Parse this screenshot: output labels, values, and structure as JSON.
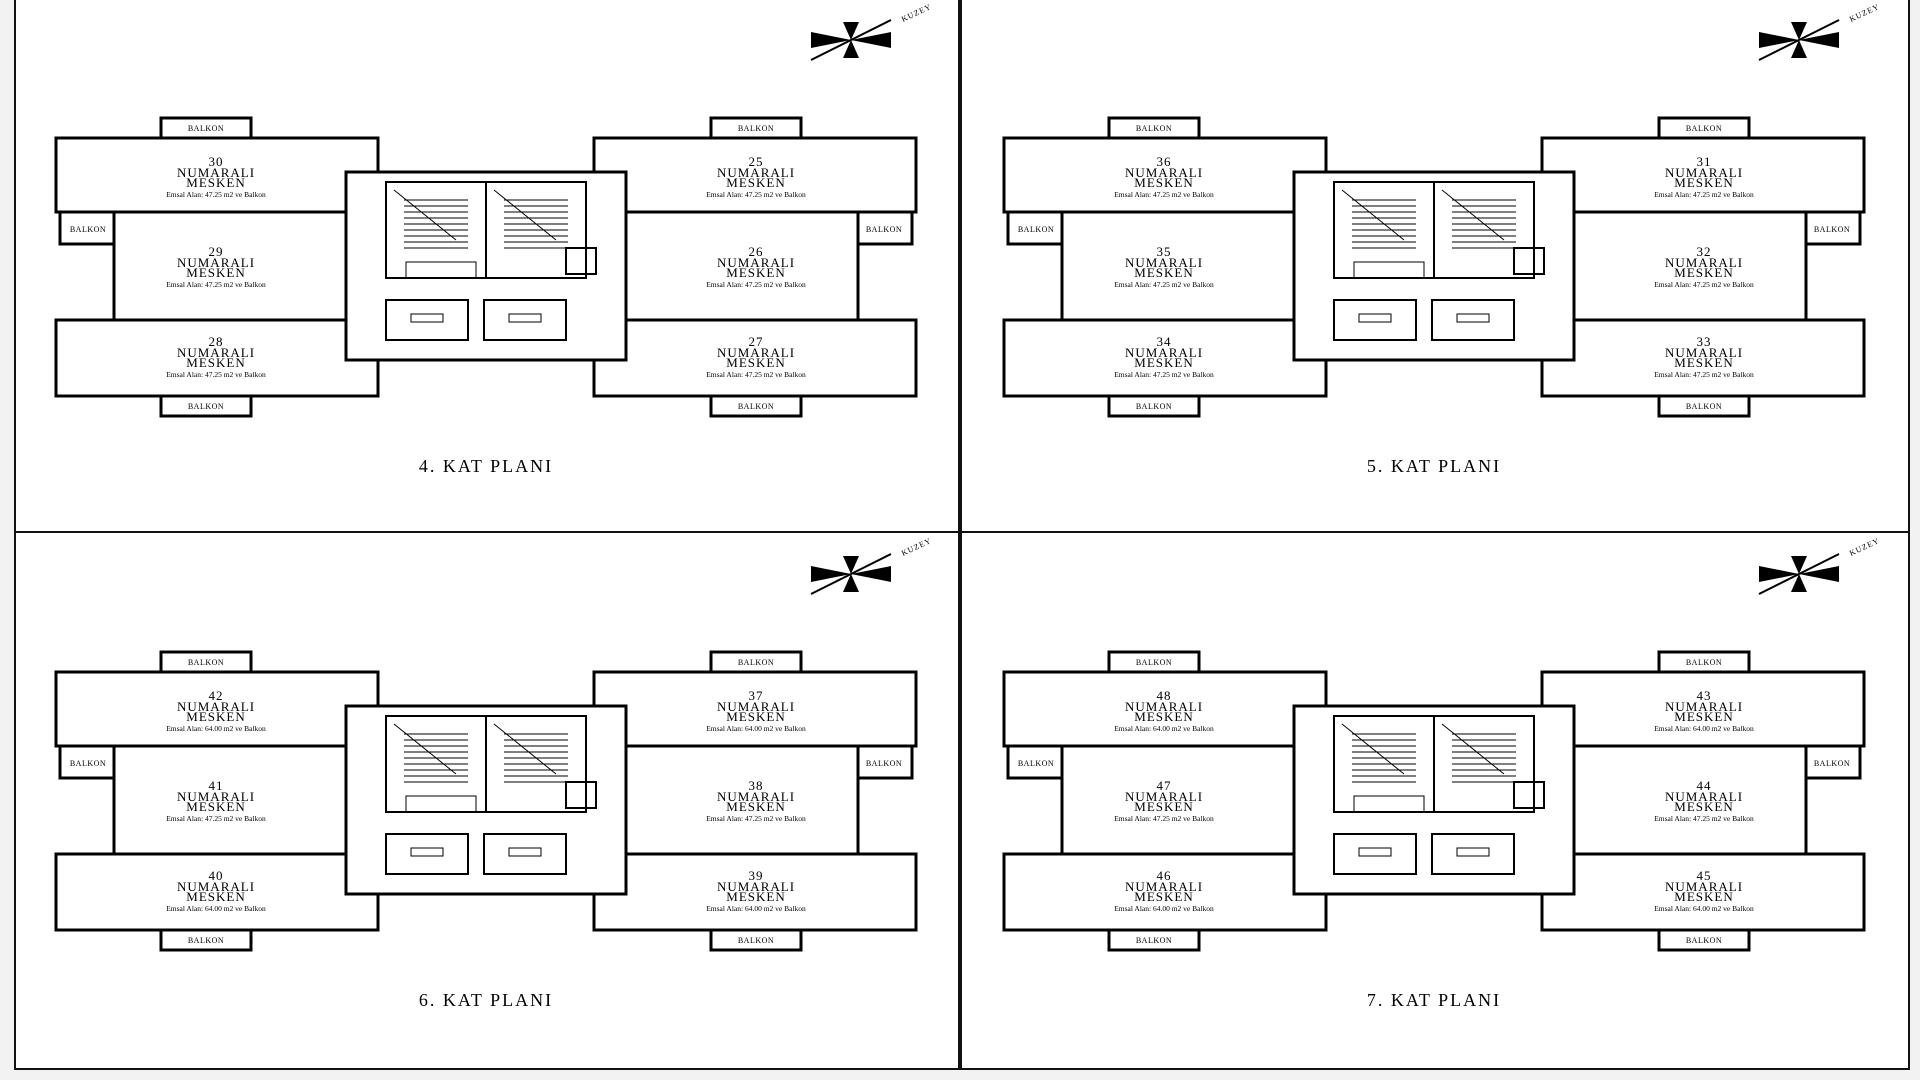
{
  "common": {
    "unit_label_1": "NUMARALI",
    "unit_label_2": "MESKEN",
    "balcony": "BALKON",
    "north": "KUZEY"
  },
  "panels": [
    {
      "title": "4. KAT PLANI",
      "units": [
        {
          "num": "30",
          "area": "Emsal Alan: 47.25 m2 ve Balkon"
        },
        {
          "num": "29",
          "area": "Emsal Alan: 47.25 m2 ve Balkon"
        },
        {
          "num": "28",
          "area": "Emsal Alan: 47.25 m2 ve Balkon"
        },
        {
          "num": "25",
          "area": "Emsal Alan: 47.25 m2 ve Balkon"
        },
        {
          "num": "26",
          "area": "Emsal Alan: 47.25 m2 ve Balkon"
        },
        {
          "num": "27",
          "area": "Emsal Alan: 47.25 m2 ve Balkon"
        }
      ]
    },
    {
      "title": "5. KAT PLANI",
      "units": [
        {
          "num": "36",
          "area": "Emsal Alan: 47.25 m2 ve Balkon"
        },
        {
          "num": "35",
          "area": "Emsal Alan: 47.25 m2 ve Balkon"
        },
        {
          "num": "34",
          "area": "Emsal Alan: 47.25 m2 ve Balkon"
        },
        {
          "num": "31",
          "area": "Emsal Alan: 47.25 m2 ve Balkon"
        },
        {
          "num": "32",
          "area": "Emsal Alan: 47.25 m2 ve Balkon"
        },
        {
          "num": "33",
          "area": "Emsal Alan: 47.25 m2 ve Balkon"
        }
      ]
    },
    {
      "title": "6. KAT PLANI",
      "units": [
        {
          "num": "42",
          "area": "Emsal Alan: 64.00 m2 ve Balkon"
        },
        {
          "num": "41",
          "area": "Emsal Alan: 47.25 m2 ve Balkon"
        },
        {
          "num": "40",
          "area": "Emsal Alan: 64.00 m2 ve Balkon"
        },
        {
          "num": "37",
          "area": "Emsal Alan: 64.00 m2 ve Balkon"
        },
        {
          "num": "38",
          "area": "Emsal Alan: 47.25 m2 ve Balkon"
        },
        {
          "num": "39",
          "area": "Emsal Alan: 64.00 m2 ve Balkon"
        }
      ]
    },
    {
      "title": "7. KAT PLANI",
      "units": [
        {
          "num": "48",
          "area": "Emsal Alan: 64.00 m2 ve Balkon"
        },
        {
          "num": "47",
          "area": "Emsal Alan: 47.25 m2 ve Balkon"
        },
        {
          "num": "46",
          "area": "Emsal Alan: 64.00 m2 ve Balkon"
        },
        {
          "num": "43",
          "area": "Emsal Alan: 64.00 m2 ve Balkon"
        },
        {
          "num": "44",
          "area": "Emsal Alan: 47.25 m2 ve Balkon"
        },
        {
          "num": "45",
          "area": "Emsal Alan: 64.00 m2 ve Balkon"
        }
      ]
    }
  ]
}
